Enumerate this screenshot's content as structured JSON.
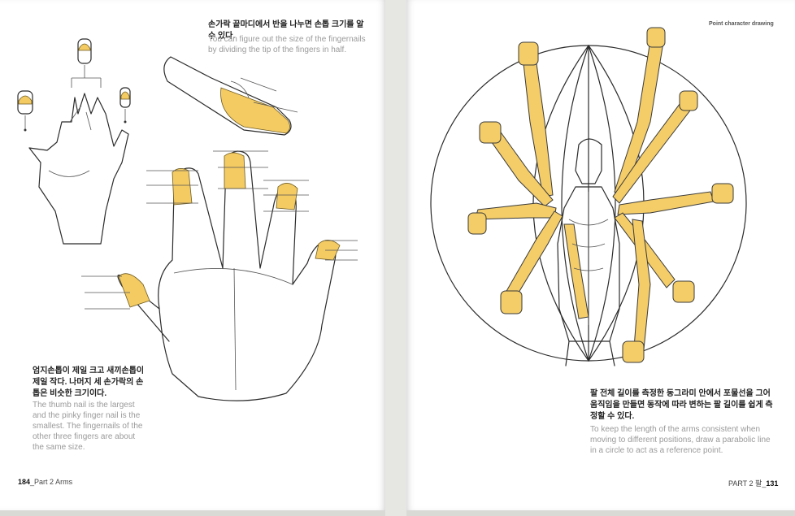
{
  "left_page": {
    "caption_top": {
      "korean": "손가락 끝마디에서 반을 나누면 손톱 크기를 알 수 있다.",
      "english": "You can figure out the size of the fingernails by dividing the tip of the fingers in half."
    },
    "caption_bottom": {
      "korean": "엄지손톱이 제일 크고 새끼손톱이 제일 작다. 나머지 세 손가락의 손톱은 비슷한 크기이다.",
      "english": "The thumb nail is the largest and the pinky finger nail is the smallest. The fingernails of the other three fingers are about the same size."
    },
    "folio": {
      "number": "184",
      "separator": "_",
      "section": "Part 2",
      "chapter": "Arms"
    }
  },
  "right_page": {
    "running_head": "Point character drawing",
    "caption": {
      "korean": "팔 전체 길이를 측정한 동그라미 안에서 포물선을 그어 움직임을 만들면 동작에 따라 변하는 팔 길이를 쉽게 측정할 수 있다.",
      "english": "To keep the length of the arms consistent when moving to different positions, draw a parabolic line in a circle to act as a reference point."
    },
    "folio": {
      "part": "PART 2",
      "chapter": "팔",
      "separator": "_",
      "number": "131"
    }
  },
  "colors": {
    "nail_highlight": "#f4cb63",
    "paper": "#ffffff",
    "background": "#d9d9d6",
    "line": "#2b2b2b"
  }
}
